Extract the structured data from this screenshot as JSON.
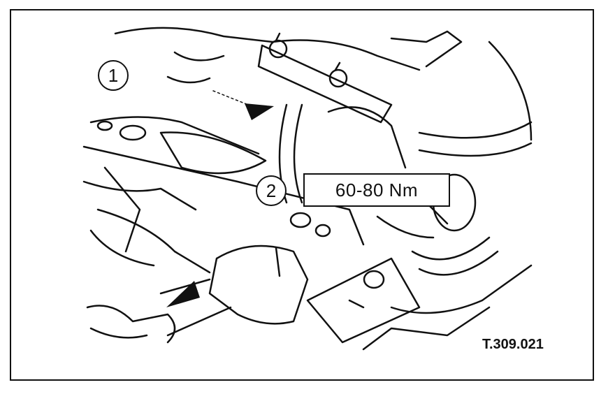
{
  "callouts": [
    {
      "number": "1"
    },
    {
      "number": "2"
    }
  ],
  "torque_spec": "60-80 Nm",
  "figure_reference": "T.309.021",
  "colors": {
    "ink": "#111111",
    "paper": "#ffffff"
  }
}
